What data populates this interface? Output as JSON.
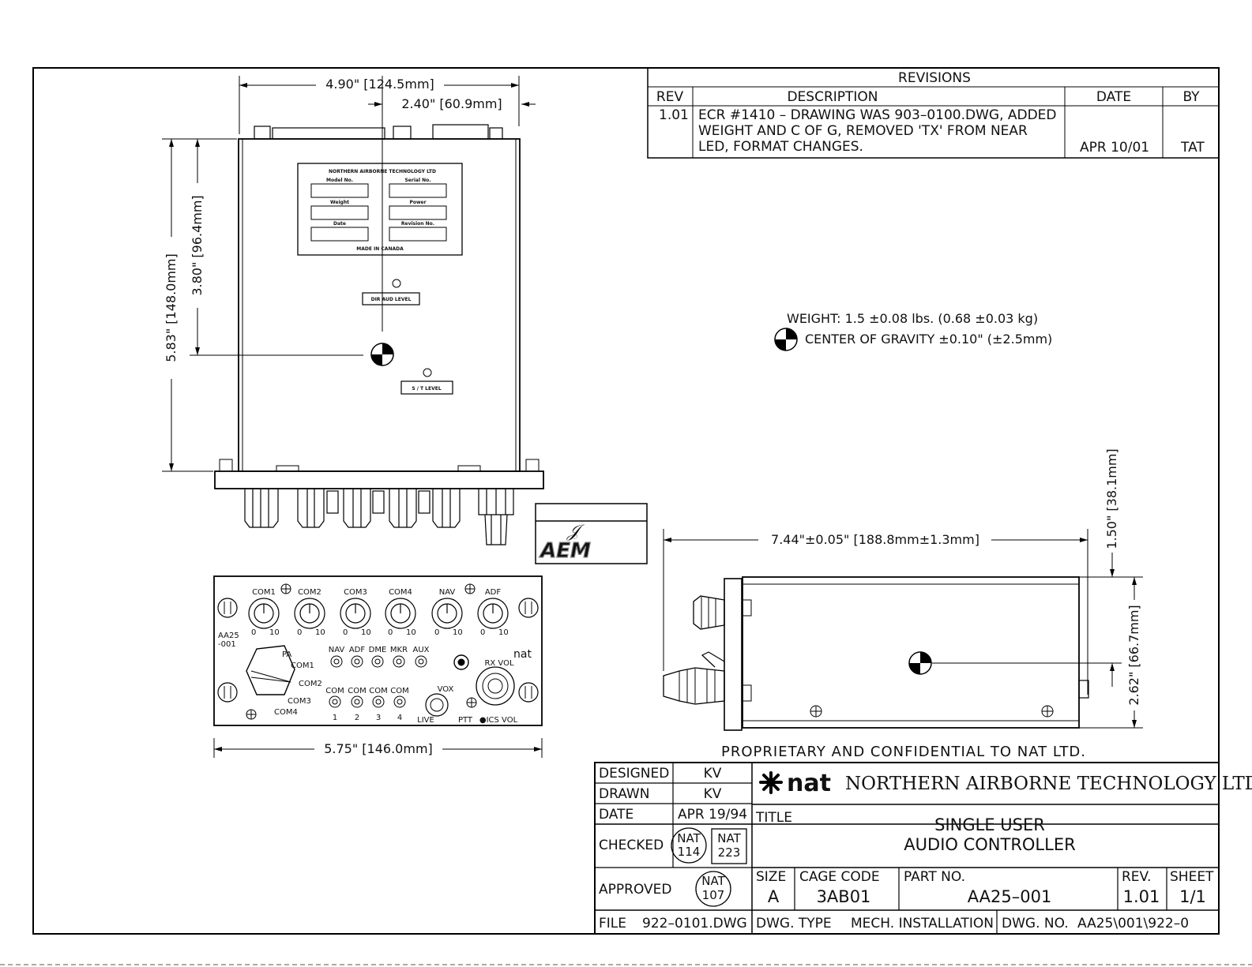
{
  "revisions": {
    "heading": "REVISIONS",
    "col_rev": "REV",
    "col_description": "DESCRIPTION",
    "col_date": "DATE",
    "col_by": "BY",
    "rows": [
      {
        "rev": "1.01",
        "description_lines": [
          "ECR #1410 – DRAWING WAS 903–0100.DWG, ADDED",
          "WEIGHT AND C OF G, REMOVED 'TX' FROM NEAR",
          "LED, FORMAT CHANGES."
        ],
        "date": "APR 10/01",
        "by": "TAT"
      }
    ]
  },
  "dimensions": {
    "top_width": "4.90\" [124.5mm]",
    "top_cg_offset": "2.40\" [60.9mm]",
    "top_height": "5.83\" [148.0mm]",
    "top_cg_height": "3.80\" [96.4mm]",
    "front_width": "5.75\" [146.0mm]",
    "side_length": "7.44\"±0.05\" [188.8mm±1.3mm]",
    "side_top_height": "1.50\" [38.1mm]",
    "side_body_height": "2.62\" [66.7mm]"
  },
  "label_plate": {
    "company": "NORTHERN AIRBORNE TECHNOLOGY LTD",
    "fields": [
      "Model No.",
      "Serial No.",
      "Weight",
      "Power",
      "Date",
      "Revision No."
    ],
    "made_in": "MADE IN CANADA"
  },
  "top_labels": {
    "dir_aud_level": "DIR AUD LEVEL",
    "st_level": "S / T LEVEL"
  },
  "front_panel": {
    "knobs": [
      "COM1",
      "COM2",
      "COM3",
      "COM4",
      "NAV",
      "ADF"
    ],
    "scale_min": "0",
    "scale_max": "10",
    "model": "AA25\n-001",
    "model_line1": "AA25",
    "model_line2": "-001",
    "brand": "nat",
    "selector_positions": [
      "PA",
      "COM1",
      "COM2",
      "COM3",
      "COM4"
    ],
    "switches_top": [
      "NAV",
      "ADF",
      "DME",
      "MKR",
      "AUX"
    ],
    "switches_bottom_label": "COM",
    "switches_bottom_numbers": [
      "1",
      "2",
      "3",
      "4"
    ],
    "vox": "VOX",
    "live": "LIVE",
    "ptt": "PTT",
    "rx_vol": "RX VOL",
    "ics_vol": "●ICS VOL"
  },
  "specs": {
    "weight": "WEIGHT: 1.5 ±0.08 lbs. (0.68 ±0.03 kg)",
    "cog": "CENTER OF GRAVITY ±0.10\" (±2.5mm)"
  },
  "stamp": {
    "text": "AEM",
    "signature": "𝒥"
  },
  "proprietary": "PROPRIETARY AND CONFIDENTIAL TO NAT LTD.",
  "title_block": {
    "company_logo": "nat",
    "company_name": "NORTHERN AIRBORNE TECHNOLOGY LTD.",
    "designed_label": "DESIGNED",
    "designed": "KV",
    "drawn_label": "DRAWN",
    "drawn": "KV",
    "date_label": "DATE",
    "date": "APR 19/94",
    "checked_label": "CHECKED",
    "checked_stamp1_top": "NAT",
    "checked_stamp1_bottom": "114",
    "checked_stamp2_top": "NAT",
    "checked_stamp2_bottom": "223",
    "approved_label": "APPROVED",
    "approved_stamp_top": "NAT",
    "approved_stamp_bottom": "107",
    "title_label": "TITLE",
    "title_line1": "SINGLE USER",
    "title_line2": "AUDIO CONTROLLER",
    "size_label": "SIZE",
    "size": "A",
    "cage_label": "CAGE CODE",
    "cage": "3AB01",
    "part_label": "PART NO.",
    "part": "AA25–001",
    "rev_label": "REV.",
    "rev": "1.01",
    "sheet_label": "SHEET",
    "sheet": "1/1",
    "file_label": "FILE",
    "file": "922–0101.DWG",
    "dwg_type_label": "DWG. TYPE",
    "dwg_type": "MECH. INSTALLATION",
    "dwg_no_label": "DWG. NO.",
    "dwg_no": "AA25\\001\\922–0"
  }
}
